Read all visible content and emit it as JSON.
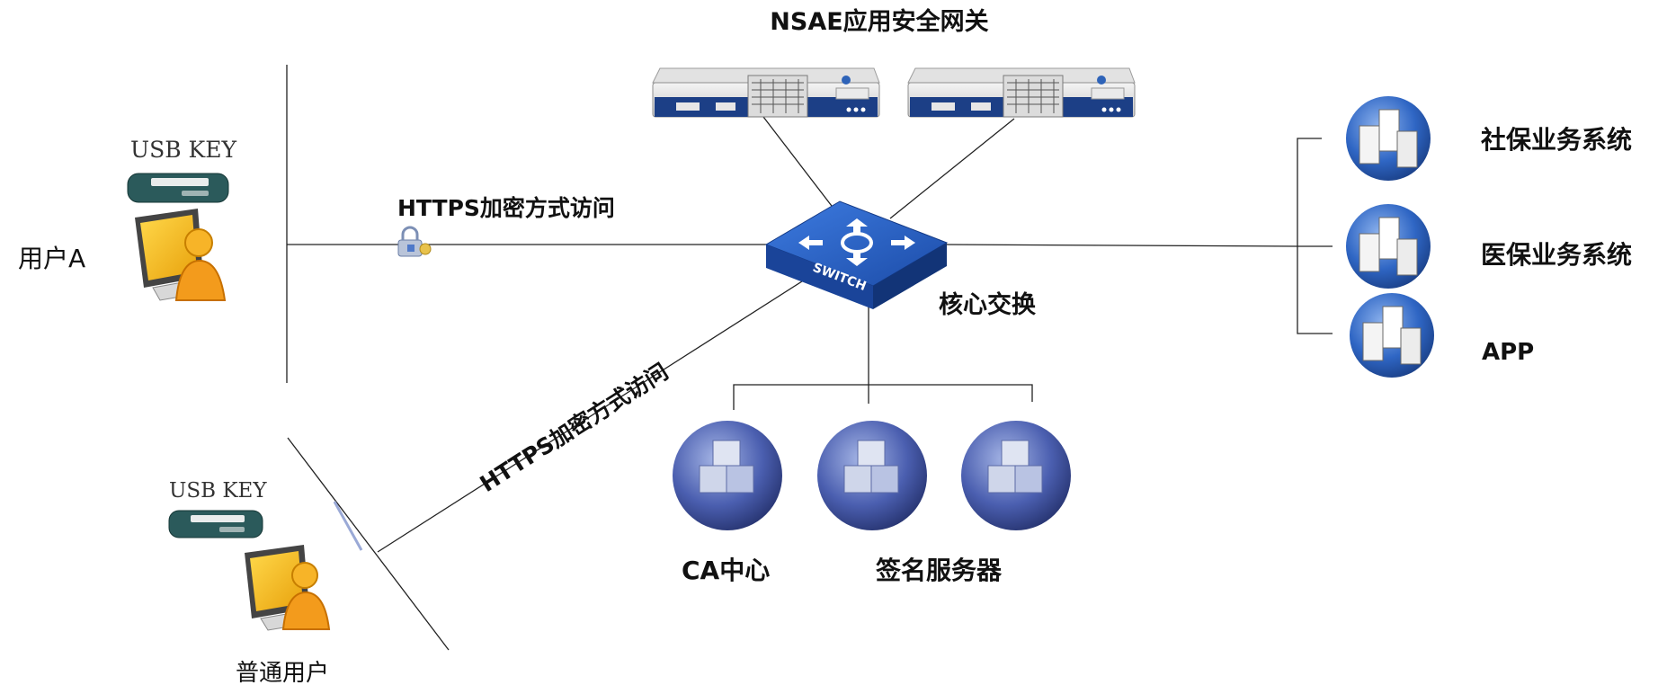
{
  "title": "NSAE应用安全网关",
  "user_a": {
    "label": "用户A",
    "usb_label": "USB KEY"
  },
  "ordinary_user": {
    "label": "普通用户",
    "usb_label": "USB KEY"
  },
  "https_label_top": "HTTPS加密方式访问",
  "https_label_diag": "HTTPS加密方式访问",
  "switch": {
    "caption": "核心交换",
    "face_text": "SWITCH"
  },
  "systems": [
    "社保业务系统",
    "医保业务系统",
    "APP"
  ],
  "bottom_servers": {
    "ca_label": "CA中心",
    "sign_label": "签名服务器"
  },
  "colors": {
    "switch_blue": "#1f56b8",
    "server_blue": "#2e63b8",
    "user_orange": "#f5a623",
    "monitor_yellow": "#f2c21b"
  }
}
